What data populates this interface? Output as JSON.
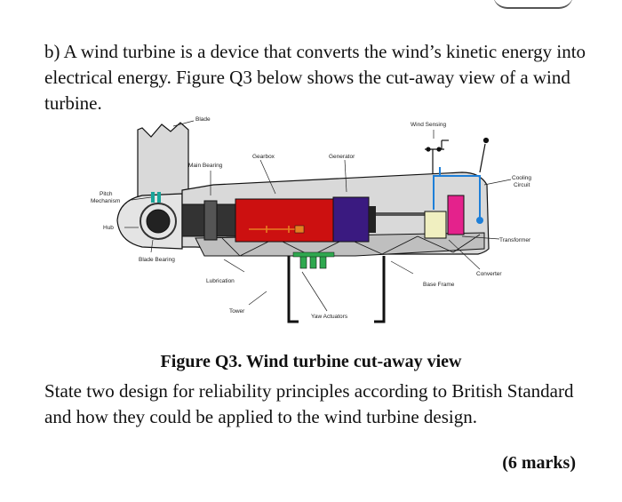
{
  "question": {
    "intro": "b) A wind turbine is a device that converts the wind’s kinetic energy into electrical energy. Figure Q3 below shows the cut-away view of a wind turbine.",
    "caption": "Figure Q3. Wind turbine cut-away view",
    "prompt": "State two design for reliability principles according to British Standard and how they could be applied to the wind turbine design.",
    "marks": "(6 marks)"
  },
  "figure": {
    "labels": {
      "blade": "Blade",
      "wind_sensing": "Wind Sensing",
      "gearbox": "Gearbox",
      "generator": "Generator",
      "main_bearing": "Main Bearing",
      "cooling_circuit_1": "Cooling",
      "cooling_circuit_2": "Circuit",
      "pitch_mechanism_1": "Pitch",
      "pitch_mechanism_2": "Mechanism",
      "hub": "Hub",
      "transformer": "Transformer",
      "blade_bearing": "Blade Bearing",
      "converter": "Converter",
      "lubrication": "Lubrication",
      "base_frame": "Base Frame",
      "tower": "Tower",
      "yaw_actuators": "Yaw Actuators"
    },
    "colors": {
      "outline": "#111111",
      "nacelle_fill": "#d9d9d9",
      "frame_fill": "#bfbfbf",
      "main_shaft": "#333333",
      "gearbox": "#cc1010",
      "generator": "#3a1a80",
      "transformer": "#f0efc0",
      "converter": "#e4228c",
      "cooling": "#1e7fd8",
      "pitch": "#1aa59a",
      "lubrication": "#e67e22",
      "yaw": "#2fa84f"
    }
  }
}
